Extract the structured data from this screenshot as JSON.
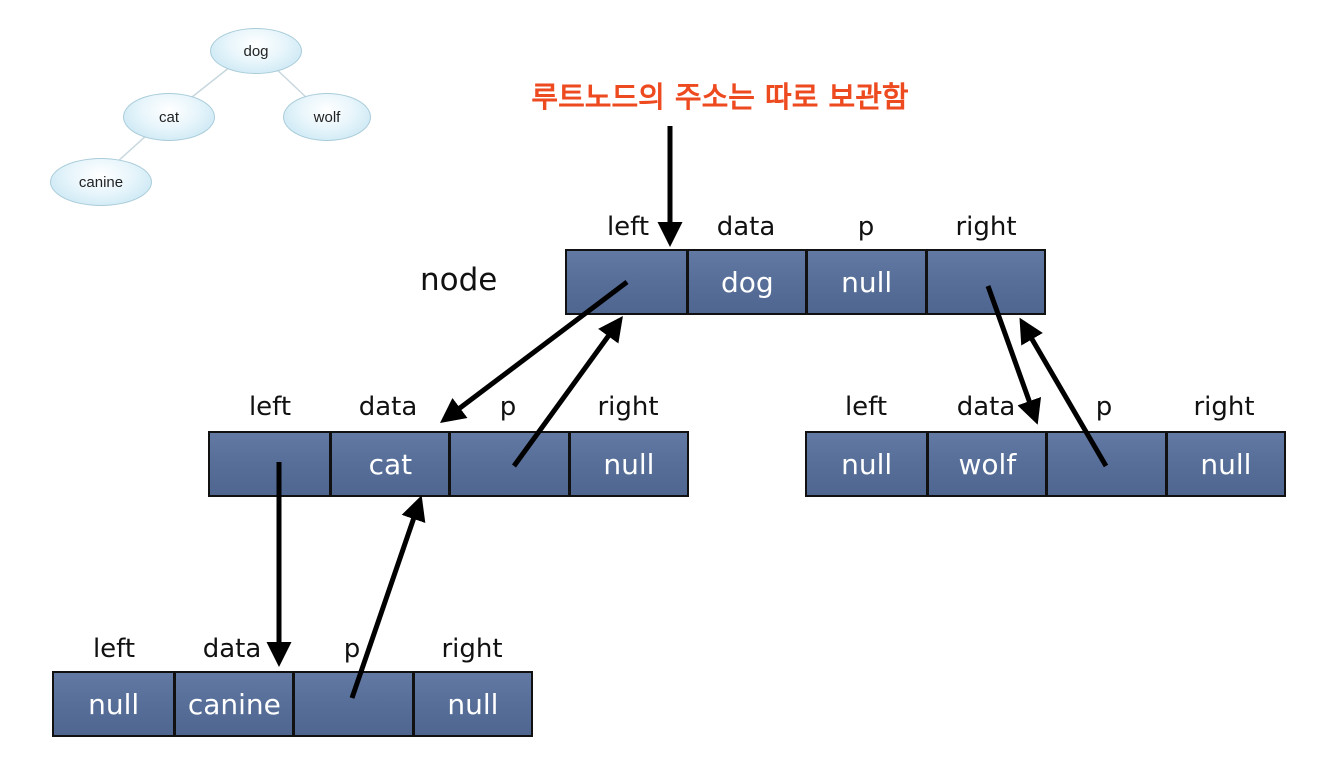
{
  "tree": {
    "root": "dog",
    "left": "cat",
    "right": "wolf",
    "left_left": "canine"
  },
  "title": "루트노드의 주소는 따로 보관함",
  "node_label": "node",
  "headers": {
    "left": "left",
    "data": "data",
    "p": "p",
    "right": "right"
  },
  "nodes": {
    "dog": {
      "left": "",
      "data": "dog",
      "p": "null",
      "right": ""
    },
    "cat": {
      "left": "",
      "data": "cat",
      "p": "",
      "right": "null"
    },
    "wolf": {
      "left": "null",
      "data": "wolf",
      "p": "",
      "right": "null"
    },
    "canine": {
      "left": "null",
      "data": "canine",
      "p": "",
      "right": "null"
    }
  }
}
